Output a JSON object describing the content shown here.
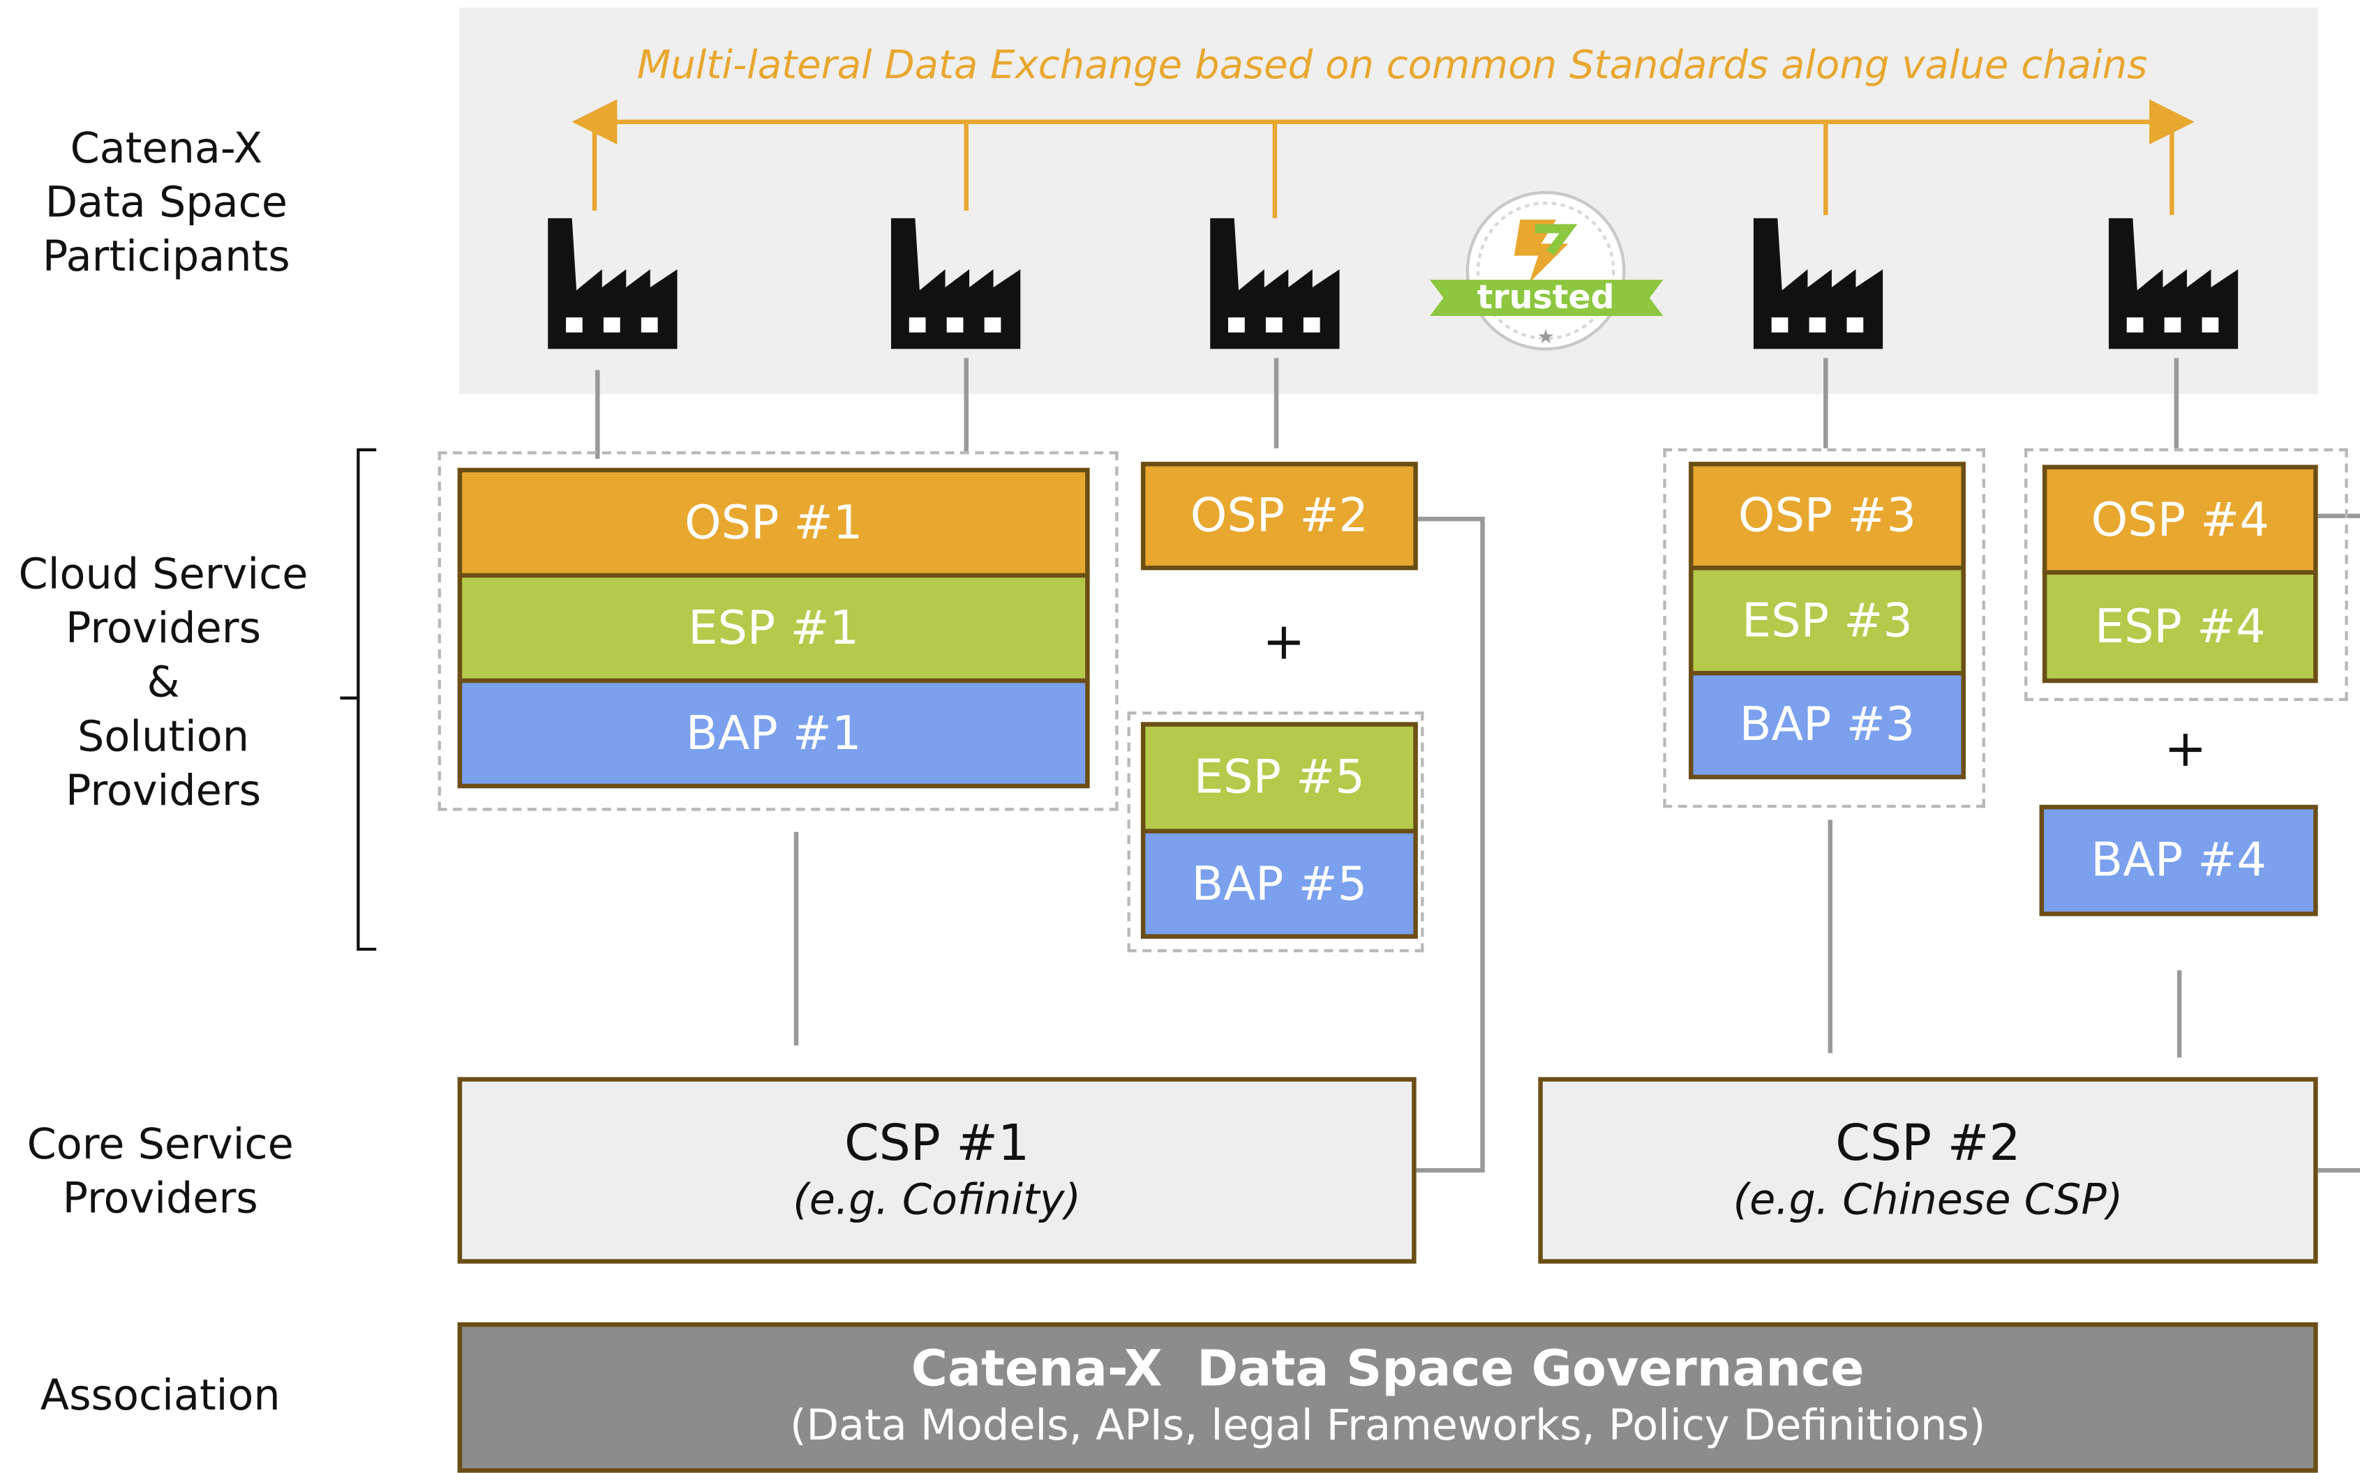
{
  "banner": "Multi-lateral Data Exchange based on common Standards along value chains",
  "row_labels": {
    "participants": [
      "Catena-X",
      "Data Space",
      "Participants"
    ],
    "providers": [
      "Cloud Service",
      "Providers",
      "&",
      "Solution",
      "Providers"
    ],
    "core": [
      "Core Service",
      "Providers"
    ],
    "association": "Association"
  },
  "participants_count": 5,
  "trusted_badge": "trusted",
  "providers": {
    "osp1": "OSP #1",
    "esp1": "ESP #1",
    "bap1": "BAP #1",
    "osp2": "OSP #2",
    "plus_a": "+",
    "esp5": "ESP #5",
    "bap5": "BAP #5",
    "osp3": "OSP #3",
    "esp3": "ESP #3",
    "bap3": "BAP #3",
    "osp4": "OSP #4",
    "esp4": "ESP #4",
    "plus_b": "+",
    "bap4": "BAP #4"
  },
  "core": {
    "csp1_title": "CSP #1",
    "csp1_example": "(e.g. Cofinity)",
    "csp2_title": "CSP #2",
    "csp2_example": "(e.g. Chinese CSP)"
  },
  "governance": {
    "title": "Catena-X  Data Space Governance",
    "subtitle": "(Data Models, APIs, legal Frameworks, Policy Definitions)"
  },
  "colors": {
    "osp": "#e8a72f",
    "esp": "#b5c94a",
    "bap": "#7aa0ee",
    "banner": "#e8a72f",
    "trusted_green": "#8dc63f",
    "governance": "#8c8c8c"
  },
  "icons": {
    "participant": "factory-icon",
    "trust": "trusted-seal-icon"
  }
}
